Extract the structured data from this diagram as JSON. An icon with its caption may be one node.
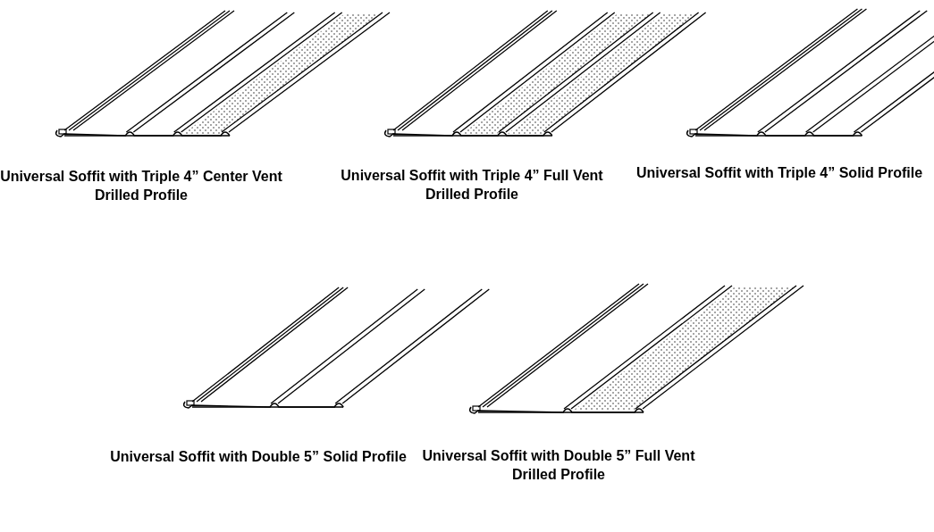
{
  "diagram": {
    "labels": [
      "Universal Soffit with Triple 4” Center Vent Drilled Profile",
      "Universal Soffit with Triple 4” Full Vent Drilled Profile",
      "Universal Soffit with Triple 4” Solid Profile",
      "Universal Soffit with Double 5” Solid Profile",
      "Universal Soffit with Double 5” Full Vent Drilled Profile"
    ]
  }
}
